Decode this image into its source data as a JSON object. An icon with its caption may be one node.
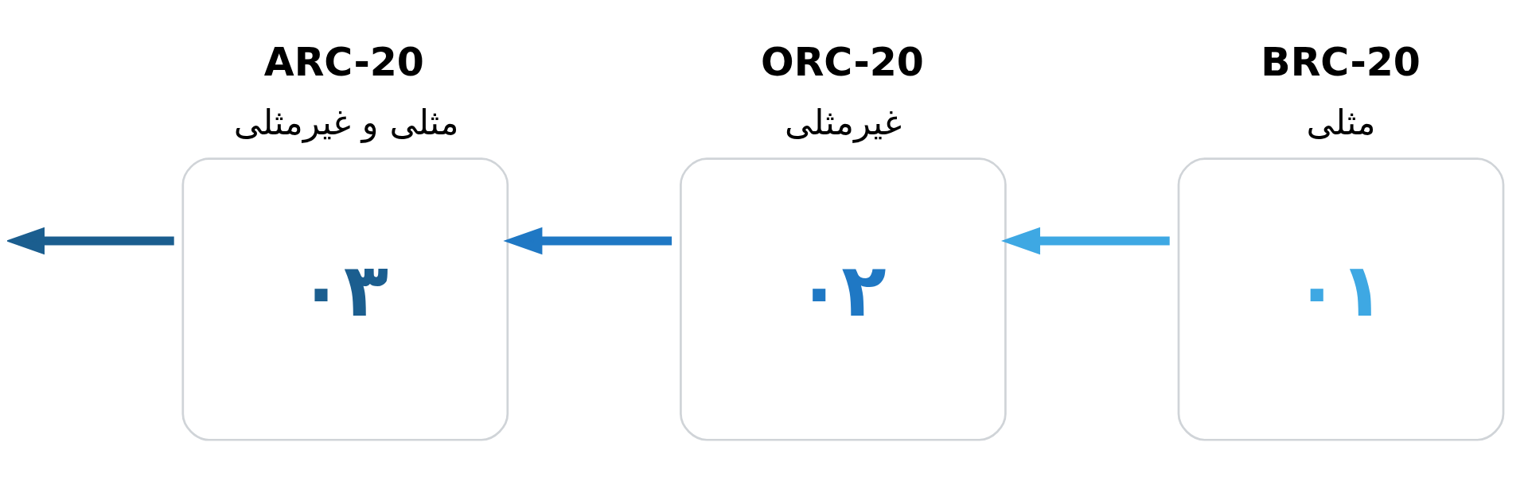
{
  "diagram": {
    "nodes": [
      {
        "text": [
          "۰۱"
        ],
        "beside": [
          "BRC-20",
          "مثلی"
        ]
      },
      {
        "text": [
          "۰۲"
        ],
        "beside": [
          "ORC-20",
          "غیرمثلی"
        ]
      },
      {
        "text": [
          "۰۳"
        ],
        "beside": [
          "ARC-20",
          "مثلی و غیرمثلی"
        ]
      }
    ],
    "edges": [
      {
        "from": 0,
        "to": 1,
        "arrow": "to",
        "color": "#3ea8e3"
      },
      {
        "from": 1,
        "to": 2,
        "arrow": "to",
        "color": "#1f78c4"
      },
      {
        "from": 2,
        "to": null,
        "arrow": "to",
        "color": "#1b5e8f"
      }
    ]
  }
}
